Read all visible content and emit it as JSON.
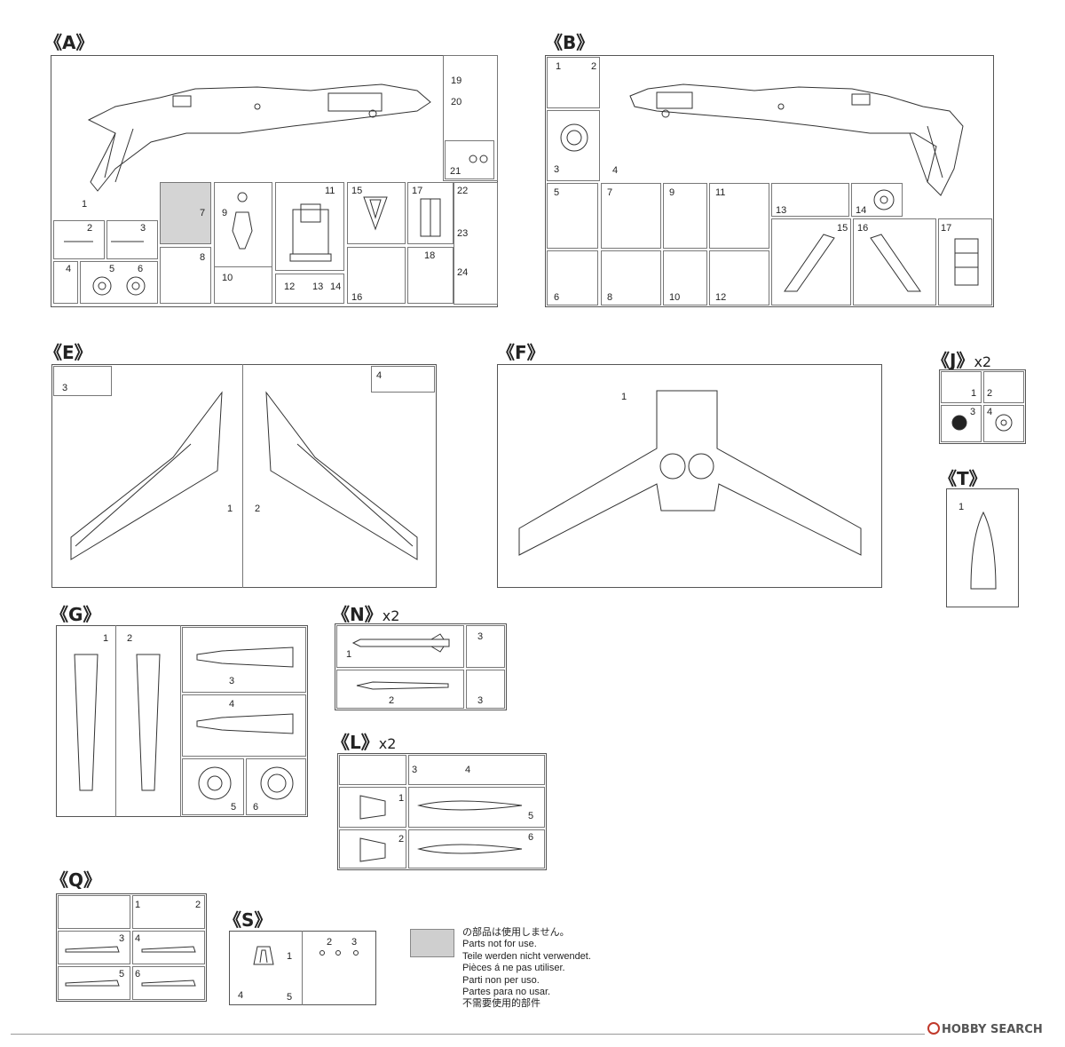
{
  "sheets": {
    "A": {
      "title": "《A》",
      "numbers": [
        "1",
        "2",
        "3",
        "4",
        "5",
        "6",
        "7",
        "8",
        "9",
        "10",
        "11",
        "12",
        "13",
        "14",
        "15",
        "16",
        "17",
        "18",
        "19",
        "20",
        "21",
        "22",
        "23",
        "24"
      ]
    },
    "B": {
      "title": "《B》",
      "numbers": [
        "1",
        "2",
        "3",
        "4",
        "5",
        "6",
        "7",
        "8",
        "9",
        "10",
        "11",
        "12",
        "13",
        "14",
        "15",
        "16",
        "17"
      ]
    },
    "E": {
      "title": "《E》",
      "numbers": [
        "1",
        "2",
        "3",
        "4"
      ]
    },
    "F": {
      "title": "《F》",
      "numbers": [
        "1"
      ]
    },
    "J": {
      "title": "《J》",
      "mult": "x2",
      "numbers": [
        "1",
        "2",
        "3",
        "4"
      ]
    },
    "T": {
      "title": "《T》",
      "numbers": [
        "1"
      ]
    },
    "G": {
      "title": "《G》",
      "numbers": [
        "1",
        "2",
        "3",
        "4",
        "5",
        "6"
      ]
    },
    "N": {
      "title": "《N》",
      "mult": "x2",
      "numbers": [
        "1",
        "2",
        "3",
        "3"
      ]
    },
    "L": {
      "title": "《L》",
      "mult": "x2",
      "numbers": [
        "1",
        "2",
        "3",
        "4",
        "5",
        "6"
      ]
    },
    "Q": {
      "title": "《Q》",
      "numbers": [
        "1",
        "2",
        "3",
        "4",
        "5",
        "6"
      ]
    },
    "S": {
      "title": "《S》",
      "numbers": [
        "1",
        "2",
        "3",
        "4",
        "5"
      ]
    }
  },
  "legend": {
    "lines": [
      "の部品は使用しません。",
      "Parts not for use.",
      "Teile werden nicht verwendet.",
      "Pièces á ne pas utiliser.",
      "Parti non per uso.",
      "Partes para no usar.",
      "不需要使用的部件"
    ],
    "swatch_color": "#cfcfcf"
  },
  "watermark": {
    "text": "HOBBY SEARCH",
    "icon": "hobby-search-logo-icon"
  }
}
